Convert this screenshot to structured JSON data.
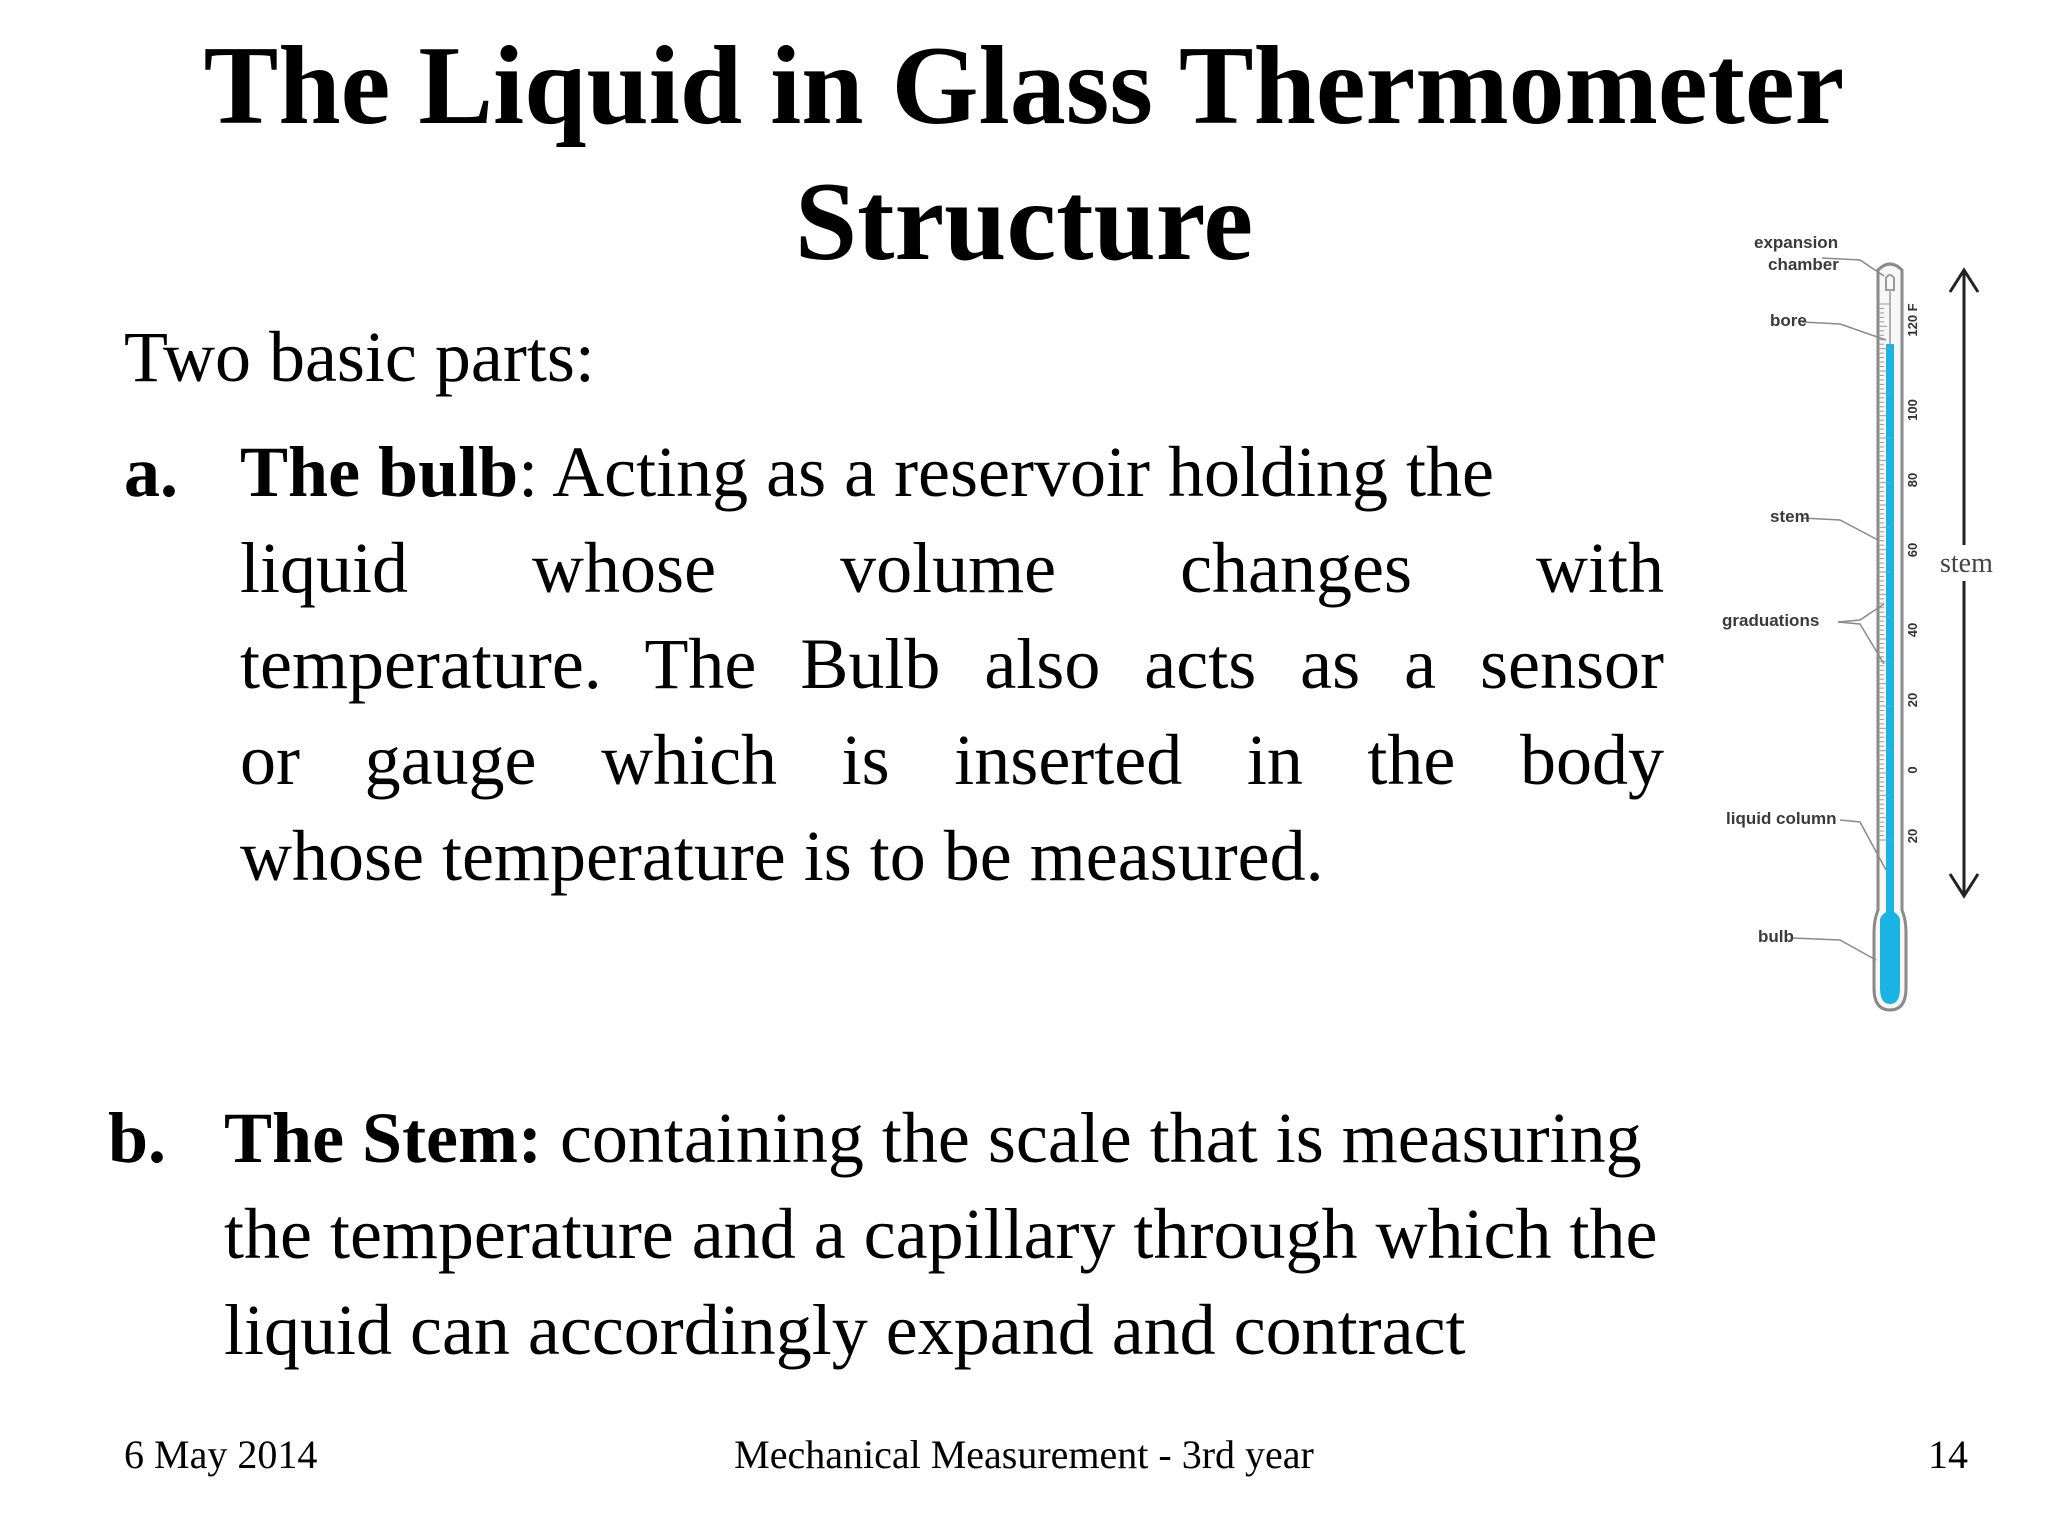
{
  "slide": {
    "title_line1": "The  Liquid  in  Glass Thermometer",
    "title_line2": "Structure",
    "intro": "Two basic parts:",
    "item_a": {
      "marker": "a.",
      "term": "The bulb",
      "line1_rest": ": Acting as a reservoir holding the",
      "line2": "liquid whose volume changes with",
      "line3": "temperature. The Bulb also acts as a sensor",
      "line4": "or gauge which is inserted in the body",
      "line5": "whose temperature is to be measured."
    },
    "item_b": {
      "marker": "b.",
      "term": "The Stem:",
      "line1_rest": " containing the scale that is measuring",
      "line2": "the temperature and a capillary through which the",
      "line3": "liquid  can accordingly expand and contract"
    },
    "footer": {
      "date": "6 May 2014",
      "course": "Mechanical Measurement - 3rd year",
      "page": "14"
    }
  },
  "diagram": {
    "labels": {
      "expansion_1": "expansion",
      "expansion_2": "chamber",
      "bore": "bore",
      "stem": "stem",
      "graduations": "graduations",
      "liquid_column": "liquid column",
      "bulb": "bulb",
      "stem_span": "stem"
    },
    "scale_labels": [
      "120 F",
      "100",
      "80",
      "60",
      "40",
      "20",
      "0",
      "20"
    ],
    "liquid_level_fraction": 0.38,
    "colors": {
      "liquid": "#19b4e3",
      "glass_outline": "#8a8a8a"
    }
  }
}
